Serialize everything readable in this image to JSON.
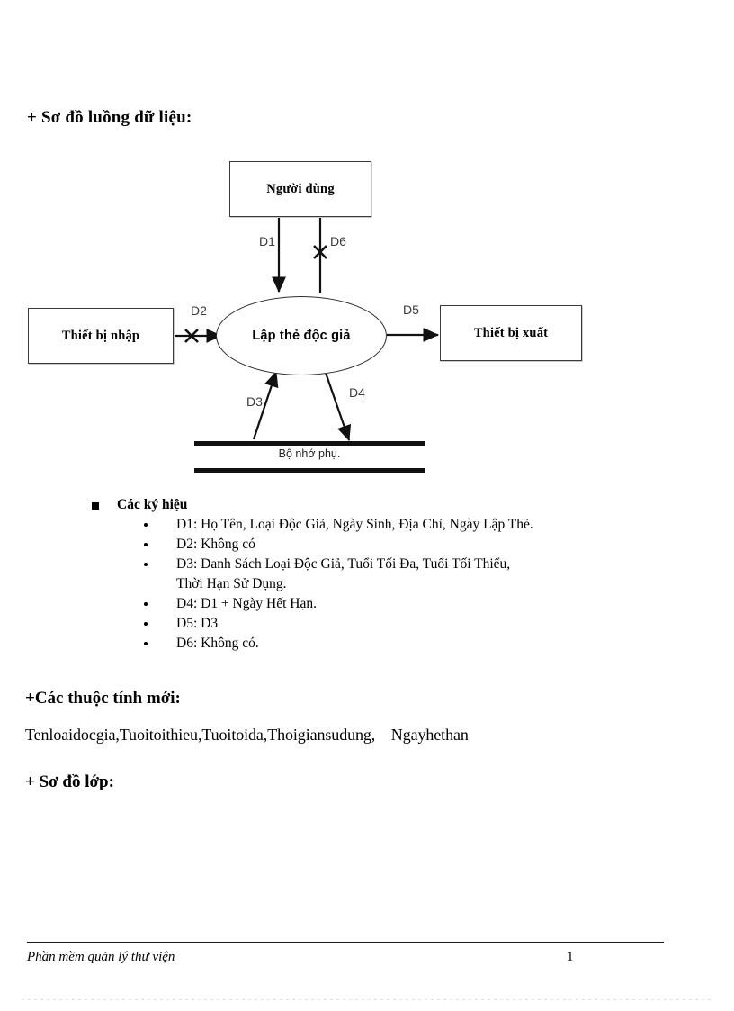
{
  "document": {
    "headings": {
      "dfd": "+ Sơ đồ luồng dữ liệu:",
      "new_attributes": "+Các thuộc tính mới:",
      "class_diagram": "+ Sơ đồ lớp:"
    },
    "attributes_line": "Tenloaidocgia,Tuoitoithieu,Tuoitoida,Thoigiansudung,    Ngayhethan"
  },
  "diagram": {
    "nodes": {
      "user": "Người dùng",
      "process": "Lập thẻ độc giả",
      "input_device": "Thiết bị nhập",
      "output_device": "Thiết bị xuất",
      "data_store": "Bộ nhớ phụ."
    },
    "flow_labels": {
      "d1": "D1",
      "d2": "D2",
      "d3": "D3",
      "d4": "D4",
      "d5": "D5",
      "d6": "D6"
    }
  },
  "legend": {
    "title": "Các ký hiệu",
    "items": [
      {
        "text": "D1: Họ Tên, Loại Độc Giả, Ngày Sinh, Địa Chỉ, Ngày Lập Thẻ."
      },
      {
        "text": "D2: Không có"
      },
      {
        "text": "D3: Danh Sách Loại Độc Giả, Tuổi Tối Đa, Tuổi Tối Thiểu,",
        "cont": "Thời Hạn Sử Dụng."
      },
      {
        "text": "D4: D1 + Ngày Hết Hạn."
      },
      {
        "text": "D5: D3"
      },
      {
        "text": "D6: Không có."
      }
    ]
  },
  "footer": {
    "title": "Phần mềm quản lý thư viện",
    "page_number": "1"
  }
}
